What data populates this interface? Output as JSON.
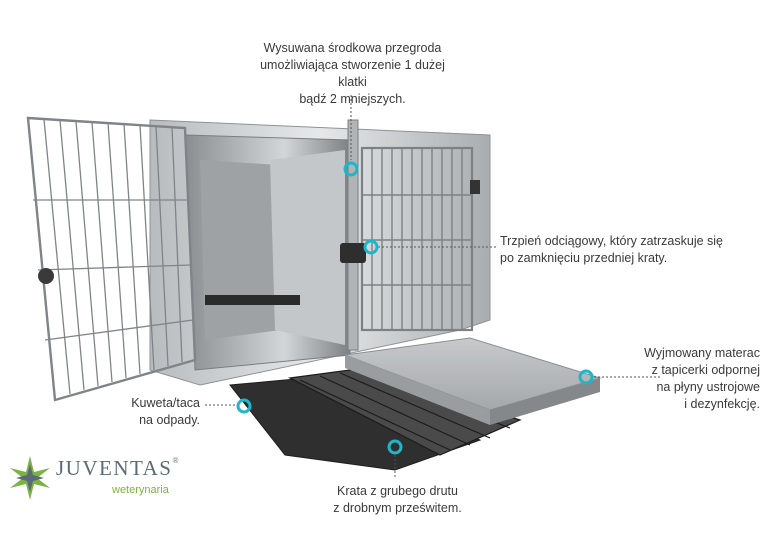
{
  "annotations": {
    "divider": [
      "Wysuwana środkowa przegroda",
      "umożliwiająca stworzenie 1 dużej klatki",
      "bądź 2 mniejszych."
    ],
    "pin": [
      "Trzpień odciągowy, który zatrzaskuje się",
      "po zamknięciu przedniej kraty."
    ],
    "mattress": [
      "Wyjmowany materac",
      "z tapicerki odpornej",
      "na płyny ustrojowe",
      "i dezynfekcję."
    ],
    "tray": [
      "Kuweta/taca",
      "na odpady."
    ],
    "grate": [
      "Krata z grubego drutu",
      "z drobnym prześwitem."
    ]
  },
  "logo": {
    "name": "JUVENTAS",
    "registered": "®",
    "sub": "weterynaria"
  },
  "colors": {
    "marker": "#1fb6c9",
    "steel": "#c9ccce",
    "logo_green": "#7cb342",
    "logo_text": "#5a6a78"
  }
}
